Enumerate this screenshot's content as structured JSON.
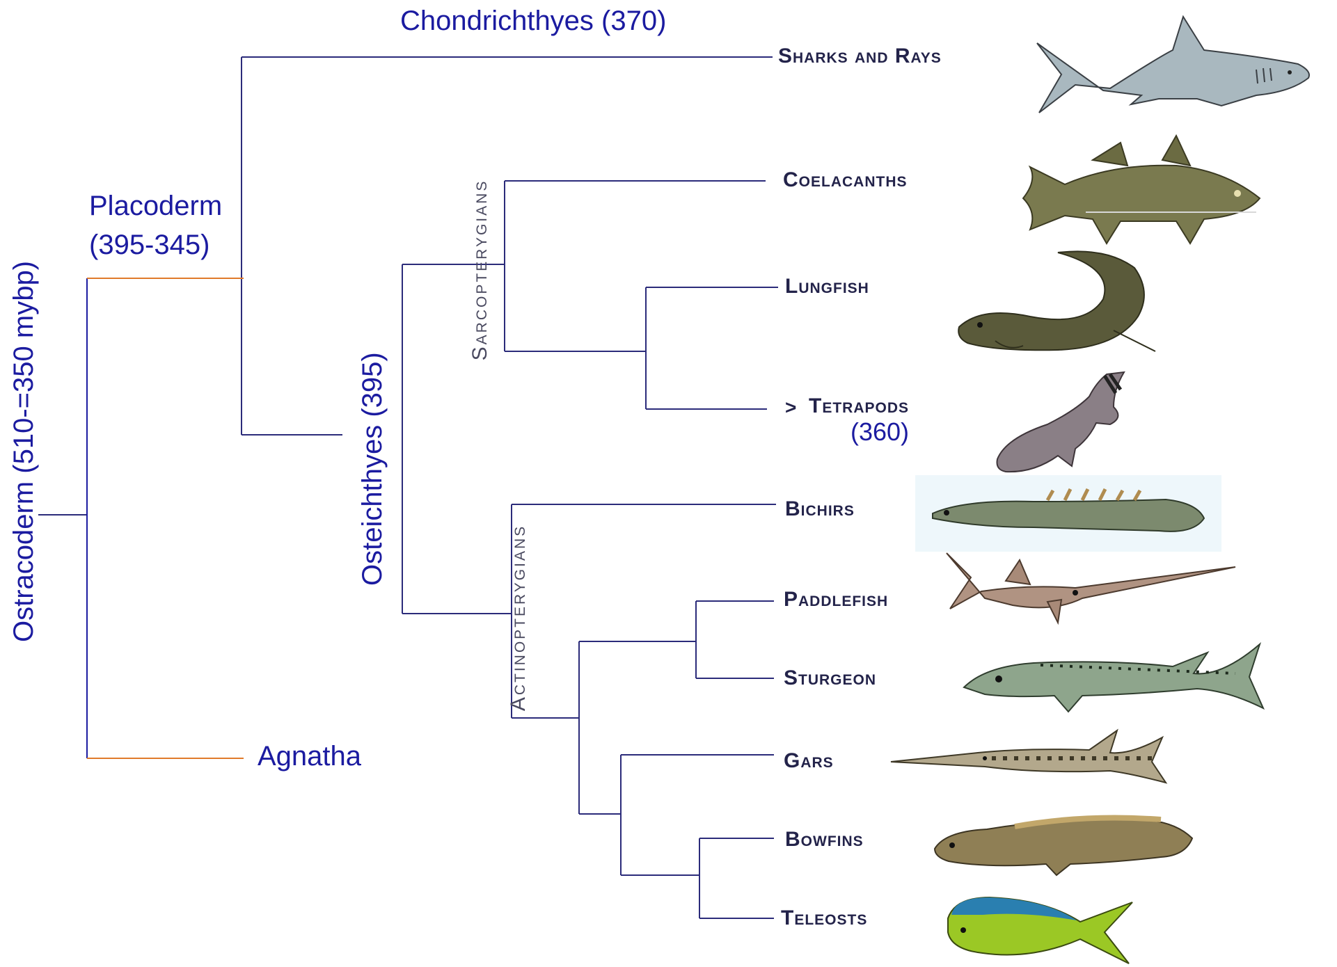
{
  "clades": {
    "ostracoderm": "Ostracoderm (510-=350 mybp)",
    "placoderm_line1": "Placoderm",
    "placoderm_line2": "(395-345)",
    "agnatha": "Agnatha",
    "chondrichthyes": "Chondrichthyes (370)",
    "osteichthyes": "Osteichthyes (395)",
    "sarcopterygians": "Sarcopterygians",
    "actinopterygians": "Actinopterygians"
  },
  "taxa": [
    {
      "name": "Sharks and Rays",
      "icon": "shark-illustration"
    },
    {
      "name": "Coelacanths",
      "icon": "coelacanth-illustration"
    },
    {
      "name": "Lungfish",
      "icon": "lungfish-illustration"
    },
    {
      "name": "Tetrapods",
      "prefix": ">",
      "note": "(360)",
      "icon": "tetrapod-illustration"
    },
    {
      "name": "Bichirs",
      "icon": "bichir-illustration"
    },
    {
      "name": "Paddlefish",
      "icon": "paddlefish-illustration"
    },
    {
      "name": "Sturgeon",
      "icon": "sturgeon-illustration"
    },
    {
      "name": "Gars",
      "icon": "gar-illustration"
    },
    {
      "name": "Bowfins",
      "icon": "bowfin-illustration"
    },
    {
      "name": "Teleosts",
      "icon": "teleost-illustration"
    }
  ],
  "colors": {
    "branch": "#2b2b7a",
    "basal_branch": "#e07a2a",
    "label_blue": "#1b1ba0"
  }
}
